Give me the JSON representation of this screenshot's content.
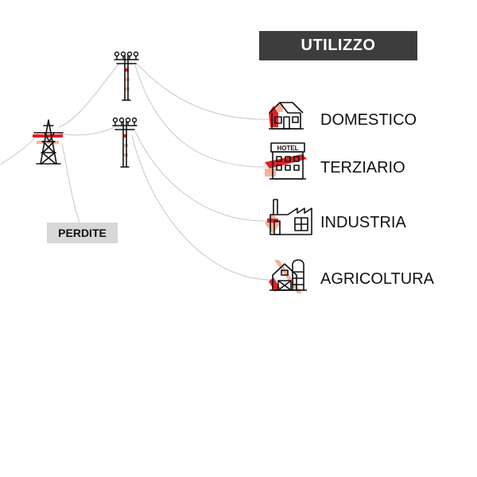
{
  "header": {
    "title": "UTILIZZO"
  },
  "losses": {
    "label": "PERDITE"
  },
  "categories": [
    {
      "label": "DOMESTICO",
      "icon": "house-icon"
    },
    {
      "label": "TERZIARIO",
      "icon": "hotel-icon",
      "icon_text": "HOTEL"
    },
    {
      "label": "INDUSTRIA",
      "icon": "factory-icon"
    },
    {
      "label": "AGRICOLTURA",
      "icon": "barn-silo-icon"
    }
  ],
  "source_icons": [
    "transmission-tower-icon",
    "utility-pole-icon",
    "utility-pole-icon"
  ],
  "colors": {
    "header_bg": "#3d3d3d",
    "header_text": "#ffffff",
    "loss_bg": "#d7d7d7",
    "accent_red": "#e31e24",
    "accent_peach": "#f4b49a",
    "icon_stroke": "#111111",
    "line": "#c8c8c8"
  }
}
